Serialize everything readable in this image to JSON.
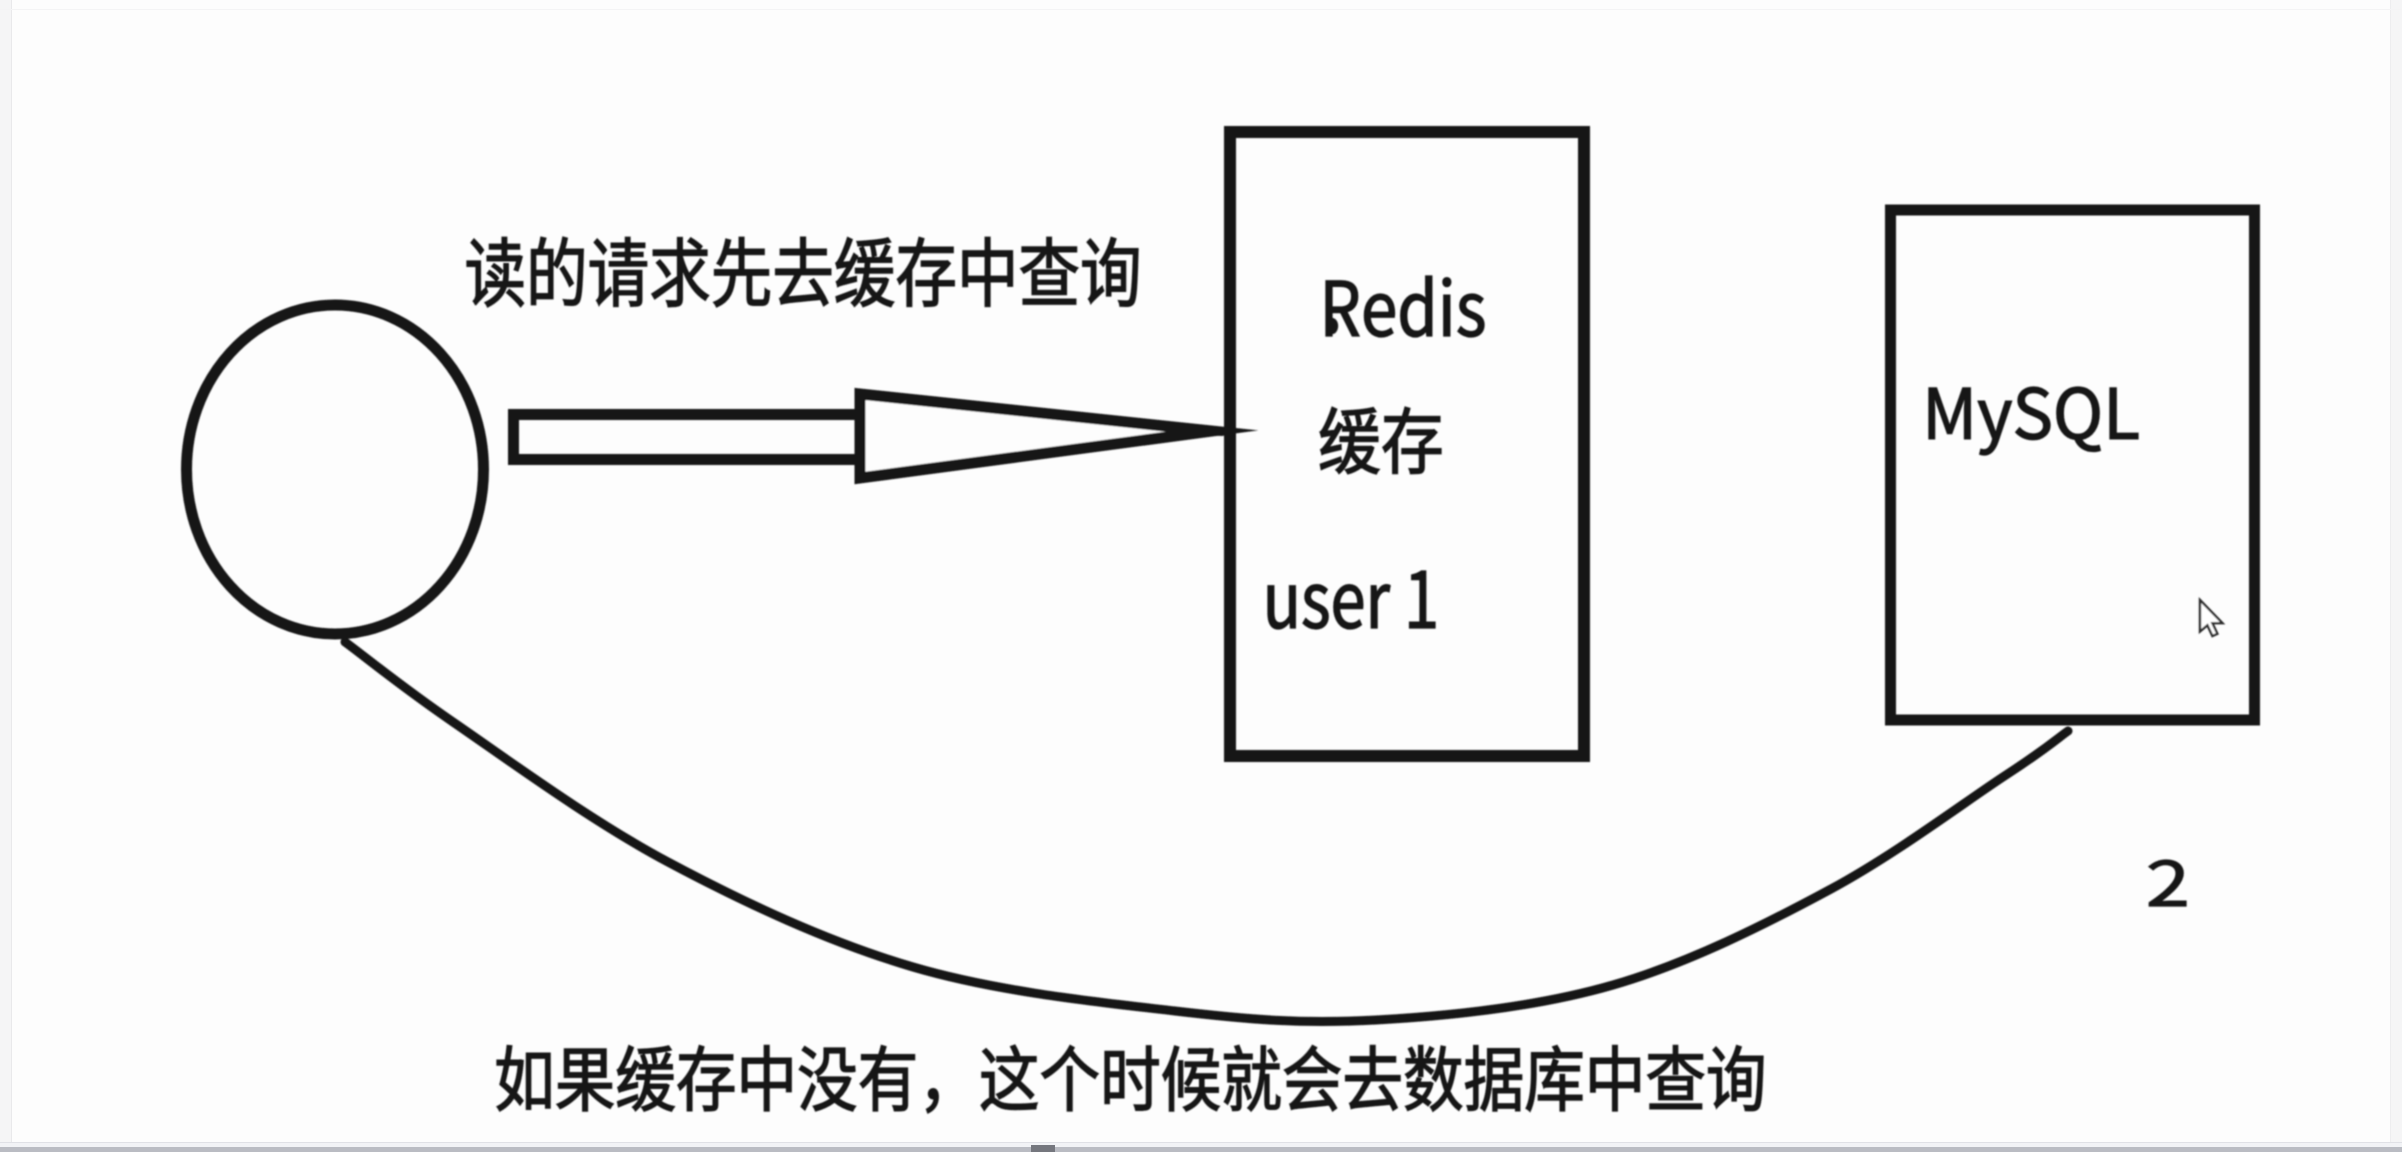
{
  "window": {
    "kind": "whiteboard-drawing-canvas",
    "background": "#fdfdfd",
    "ink_color": "#151515"
  },
  "labels": {
    "top_caption": "读的请求先去缓存中查询",
    "bottom_caption": "如果缓存中没有，这个时候就会去数据库中查询",
    "cache_title": "Redis",
    "cache_subtitle": "缓存",
    "cache_entry": "user 1",
    "db_title": "MySQL",
    "step_number": "2"
  },
  "diagram": {
    "nodes": [
      {
        "id": "client",
        "shape": "circle",
        "label": ""
      },
      {
        "id": "cache",
        "shape": "rectangle",
        "lines": [
          "Redis",
          "缓存",
          "user 1"
        ]
      },
      {
        "id": "database",
        "shape": "rectangle",
        "lines": [
          "MySQL"
        ]
      }
    ],
    "connections": [
      {
        "from": "client",
        "to": "cache",
        "style": "hollow-arrow"
      },
      {
        "from": "client",
        "to": "database",
        "style": "curved-line",
        "step": "2"
      }
    ]
  },
  "cursor": {
    "icon": "arrow-pointer"
  }
}
